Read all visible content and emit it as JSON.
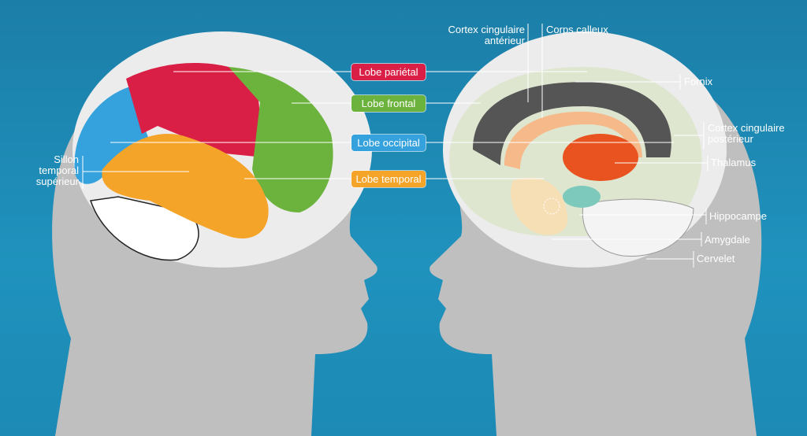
{
  "lobes": [
    {
      "label": "Lobe pariétal",
      "color": "#d91f45"
    },
    {
      "label": "Lobe frontal",
      "color": "#6cb33e"
    },
    {
      "label": "Lobe occipital",
      "color": "#35a2dd"
    },
    {
      "label": "Lobe temporal",
      "color": "#f5a42a"
    }
  ],
  "left_labels": {
    "sillon": [
      "Sillon",
      "temporal",
      "supérieur"
    ]
  },
  "right_labels": {
    "cortex_anterieur": [
      "Cortex cingulaire",
      "antérieur"
    ],
    "corps_calleux": "Corps calleux",
    "fornix": "Fornix",
    "cortex_posterieur": [
      "Cortex cingulaire",
      "postérieur"
    ],
    "thalamus": "Thalamus",
    "hippocampe": "Hippocampe",
    "amygdale": "Amygdale",
    "cervelet": "Cervelet"
  }
}
